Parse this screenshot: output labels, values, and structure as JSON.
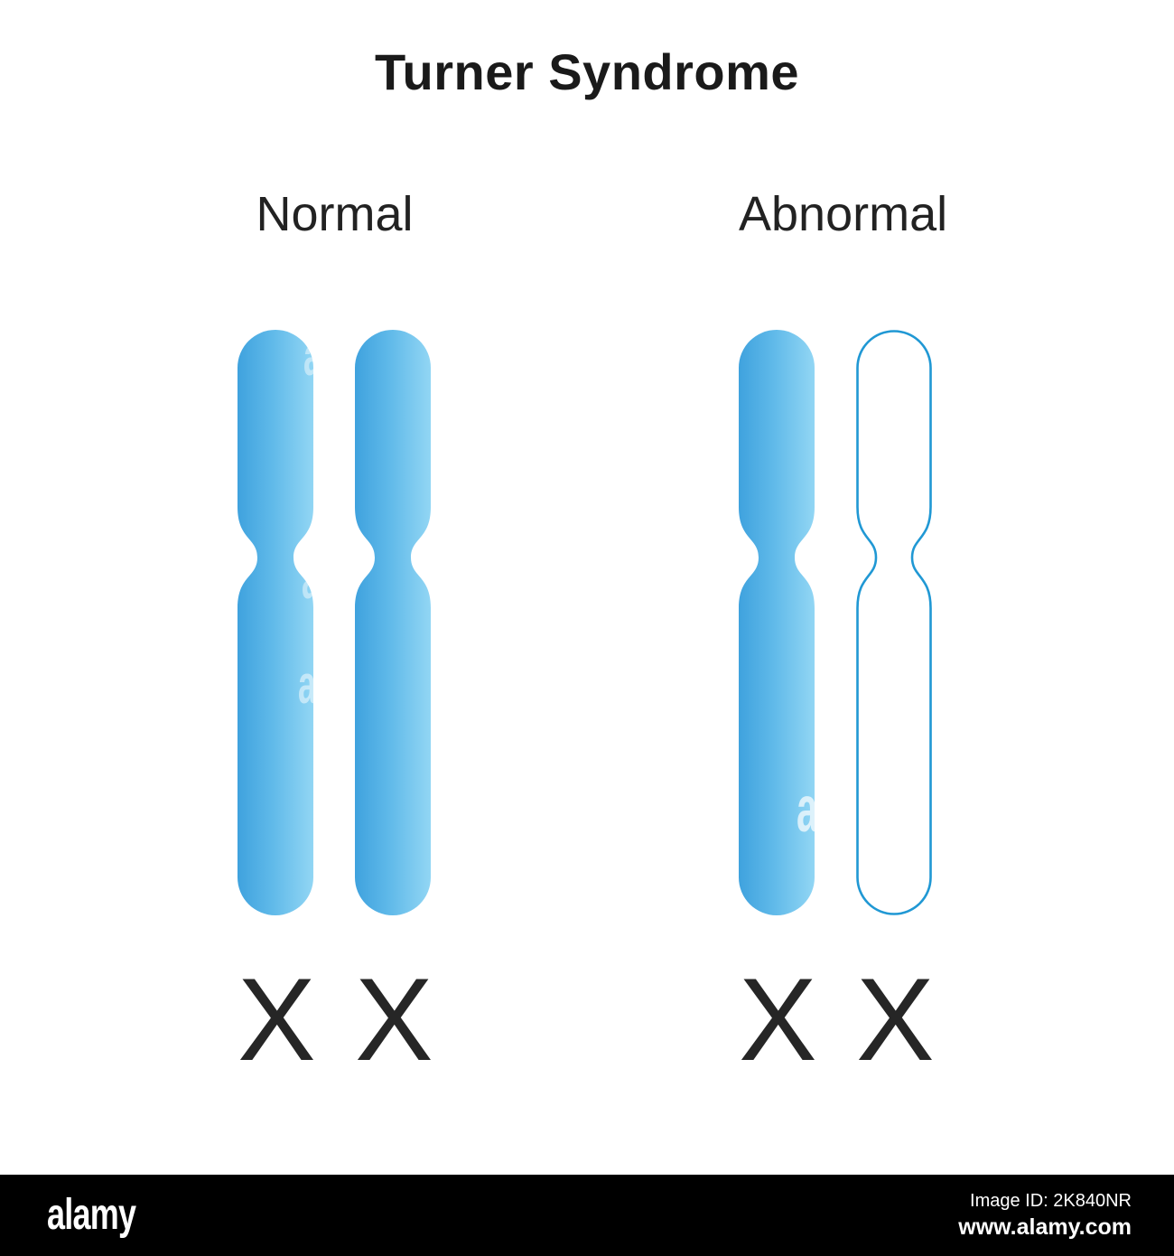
{
  "title": "Turner Syndrome",
  "panels": [
    {
      "label": "Normal",
      "karyotype": [
        "X",
        "X"
      ],
      "chromosomes": [
        {
          "name": "x-chromosome-1",
          "style": "filled"
        },
        {
          "name": "x-chromosome-2",
          "style": "filled"
        }
      ]
    },
    {
      "label": "Abnormal",
      "karyotype": [
        "X",
        "X"
      ],
      "chromosomes": [
        {
          "name": "x-chromosome-1",
          "style": "filled"
        },
        {
          "name": "x-chromosome-2-missing",
          "style": "outlined"
        }
      ]
    }
  ],
  "colors": {
    "chromosome_gradient_start": "#3FA2DE",
    "chromosome_gradient_mid": "#5FB9E9",
    "chromosome_gradient_end": "#92D6F4",
    "chromosome_outline": "#2098D4",
    "text": "#1a1a1a",
    "footer_background": "#000000",
    "footer_text": "#ffffff"
  },
  "watermark": {
    "tile_letter": "a"
  },
  "footer": {
    "brand": "alamy",
    "image_id": "Image ID: 2K840NR",
    "url": "www.alamy.com"
  }
}
